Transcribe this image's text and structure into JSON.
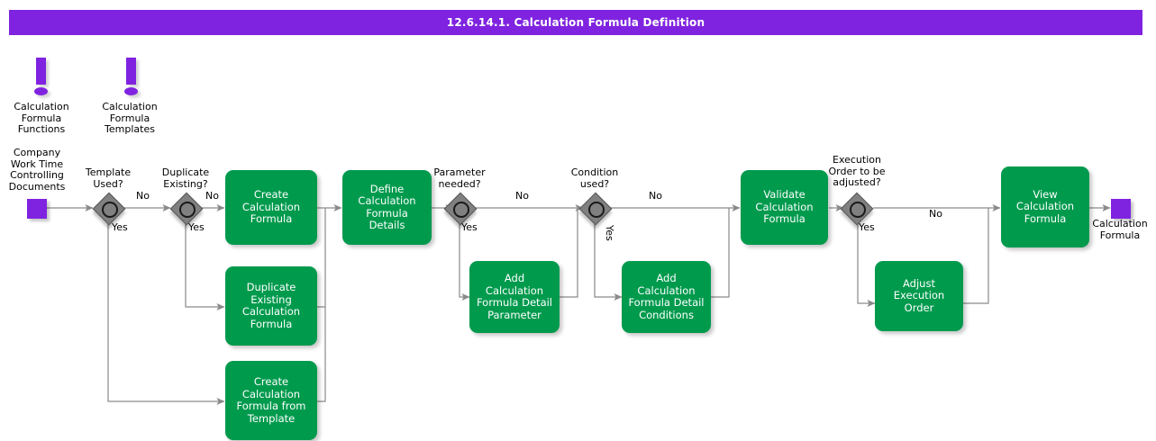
{
  "header": {
    "title": "12.6.14.1. Calculation Formula Definition"
  },
  "colors": {
    "accent_purple": "#7F23E0",
    "task_green": "#009A4D",
    "gateway_gray": "#808080",
    "connector_gray": "#808080",
    "page_background": "#FFFFFF"
  },
  "annotations": [
    {
      "id": "ann-functions",
      "icon": "exclamation-icon",
      "label": "Calculation\nFormula\nFunctions"
    },
    {
      "id": "ann-templates",
      "icon": "exclamation-icon",
      "label": "Calculation\nFormula\nTemplates"
    }
  ],
  "data_objects": [
    {
      "id": "start-doc",
      "label": "Company\nWork Time\nControlling\nDocuments",
      "role": "input"
    },
    {
      "id": "end-doc",
      "label": "Calculation\nFormula",
      "role": "output"
    }
  ],
  "gateways": [
    {
      "id": "gw-template-used",
      "label": "Template\nUsed?"
    },
    {
      "id": "gw-duplicate",
      "label": "Duplicate\nExisting?"
    },
    {
      "id": "gw-parameter",
      "label": "Parameter\nneeded?"
    },
    {
      "id": "gw-condition",
      "label": "Condition\nused?"
    },
    {
      "id": "gw-exec-order",
      "label": "Execution\nOrder to be\nadjusted?"
    }
  ],
  "tasks": [
    {
      "id": "task-create",
      "label": "Create\nCalculation\nFormula"
    },
    {
      "id": "task-duplicate",
      "label": "Duplicate\nExisting\nCalculation\nFormula"
    },
    {
      "id": "task-create-template",
      "label": "Create\nCalculation\nFormula from\nTemplate"
    },
    {
      "id": "task-define-details",
      "label": "Define\nCalculation\nFormula Details"
    },
    {
      "id": "task-add-parameter",
      "label": "Add Calculation\nFormula Detail\nParameter"
    },
    {
      "id": "task-add-conditions",
      "label": "Add Calculation\nFormula Detail\nConditions"
    },
    {
      "id": "task-validate",
      "label": "Validate\nCalculation\nFormula"
    },
    {
      "id": "task-adjust-order",
      "label": "Adjust Execution\nOrder"
    },
    {
      "id": "task-view",
      "label": "View Calculation\nFormula"
    }
  ],
  "edge_labels": {
    "template_no": "No",
    "template_yes": "Yes",
    "duplicate_no": "No",
    "duplicate_yes": "Yes",
    "parameter_no": "No",
    "parameter_yes": "Yes",
    "condition_no": "No",
    "condition_yes": "Yes",
    "exec_no": "No",
    "exec_yes": "Yes"
  }
}
